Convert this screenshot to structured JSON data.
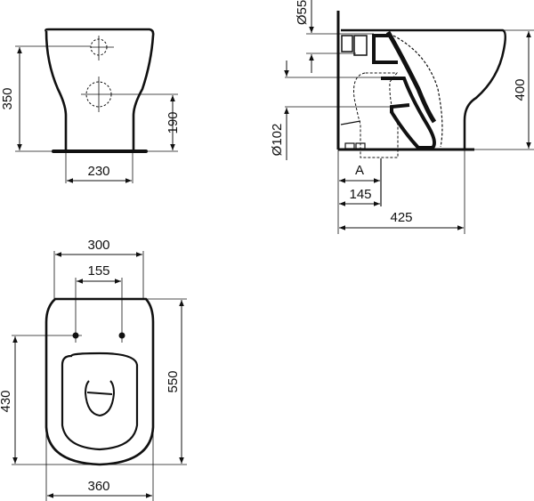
{
  "front_view": {
    "height_total": "350",
    "height_inlet": "190",
    "base_width": "230"
  },
  "side_view": {
    "inlet_diameter": "Ø55",
    "outlet_diameter": "Ø102",
    "height": "400",
    "outlet_offset_label": "A",
    "outlet_offset": "145",
    "depth": "425"
  },
  "top_view": {
    "back_width": "300",
    "fixing_spacing": "155",
    "fixing_depth": "430",
    "length": "550",
    "max_width": "360"
  },
  "colors": {
    "line": "#111111",
    "background": "#ffffff"
  }
}
